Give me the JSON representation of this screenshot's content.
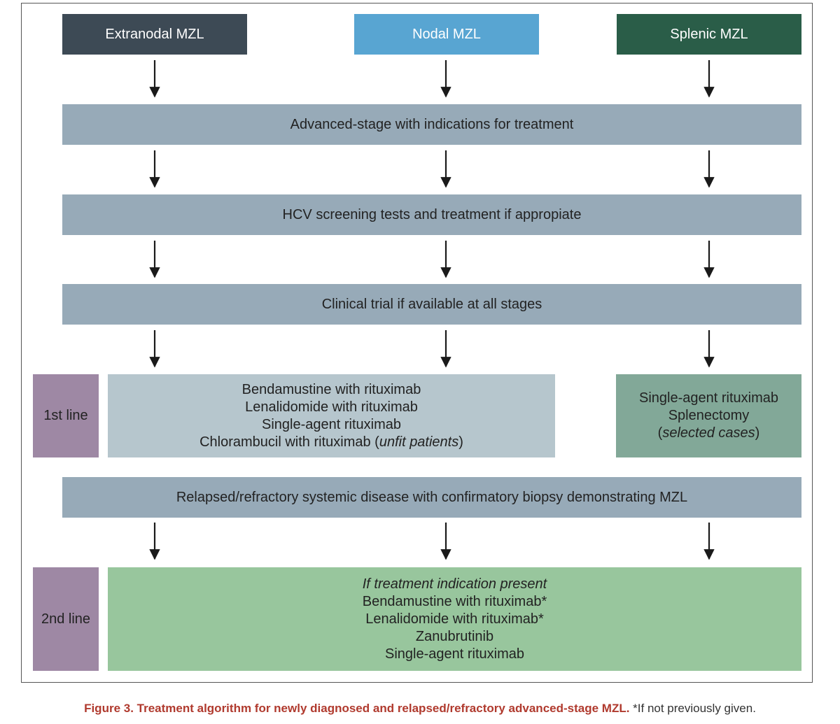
{
  "headers": {
    "extranodal": "Extranodal MZL",
    "nodal": "Nodal MZL",
    "splenic": "Splenic MZL"
  },
  "bands": {
    "advanced": "Advanced-stage with indications for treatment",
    "hcv": "HCV screening tests and treatment if appropiate",
    "trial": "Clinical trial if available at all stages",
    "relapsed": "Relapsed/refractory systemic disease with confirmatory biopsy demonstrating MZL"
  },
  "first_line": {
    "label": "1st line",
    "left": {
      "l1": "Bendamustine with rituximab",
      "l2": "Lenalidomide with rituximab",
      "l3": "Single-agent rituximab",
      "l4_main": "Chlorambucil with rituximab (",
      "l4_em": "unfit patients",
      "l4_end": ")"
    },
    "right": {
      "l1": "Single-agent rituximab",
      "l2": "Splenectomy",
      "l3_start": "(",
      "l3_em": "selected cases",
      "l3_end": ")"
    }
  },
  "second_line": {
    "label": "2nd line",
    "l0": "If treatment indication present",
    "l1": "Bendamustine with rituximab*",
    "l2": "Lenalidomide with rituximab*",
    "l3": "Zanubrutinib",
    "l4": "Single-agent rituximab"
  },
  "caption": {
    "bold": "Figure 3. Treatment algorithm for newly diagnosed and relapsed/refractory advanced-stage MZL.",
    "rest": " *If not previously given."
  },
  "colors": {
    "extranodal": "#3d4a55",
    "nodal": "#58a5d2",
    "splenic": "#2a5d48",
    "band": "#97aab8",
    "line_label": "#9e88a4",
    "first_left": "#b6c6cd",
    "first_right": "#82a898",
    "second": "#98c69d",
    "caption": "#b03a2e"
  }
}
